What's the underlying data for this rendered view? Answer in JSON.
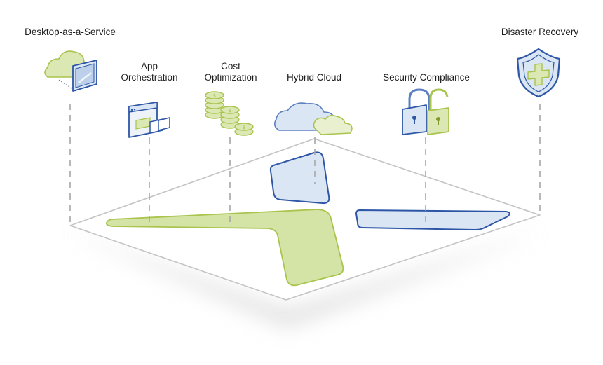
{
  "labels": {
    "desktop": "Desktop-as-a-Service",
    "app_line1": "App",
    "app_line2": "Orchestration",
    "cost_line1": "Cost",
    "cost_line2": "Optimization",
    "hybrid": "Hybrid Cloud",
    "security": "Security Compliance",
    "disaster": "Disaster Recovery"
  },
  "icons": {
    "desktop": "cloud-tablet-icon",
    "app": "browser-windows-icon",
    "cost": "coin-stacks-icon",
    "hybrid": "hybrid-cloud-icon",
    "security": "padlocks-icon",
    "disaster": "shield-cross-icon"
  },
  "colors": {
    "green": "#d4e3a6",
    "green_dark": "#a9c44d",
    "blue": "#dbe6f4",
    "blue_dark": "#2d56a6",
    "guide": "#a7a7a7"
  }
}
